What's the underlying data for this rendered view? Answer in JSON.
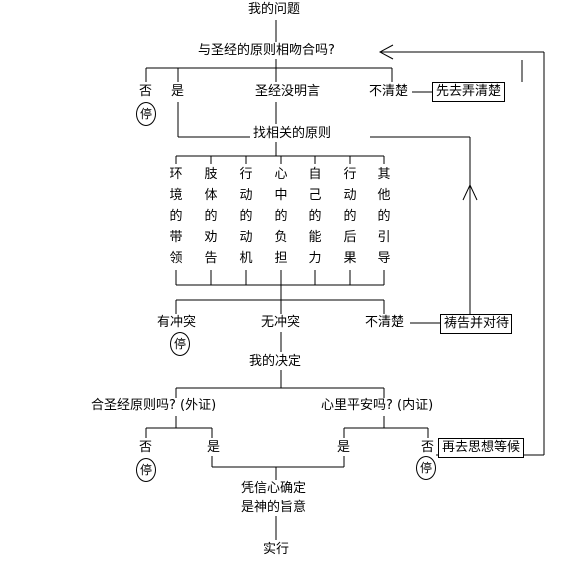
{
  "title": "我的问题",
  "q1": "与圣经的原则相吻合吗?",
  "row1": {
    "no": "否",
    "yes": "是",
    "silent": "圣经没明言",
    "unclear": "不清楚"
  },
  "box_clarify": "先去弄清楚",
  "find_principles": "找相关的原则",
  "principles": [
    [
      "环",
      "境",
      "的",
      "带",
      "领"
    ],
    [
      "肢",
      "体",
      "的",
      "劝",
      "告"
    ],
    [
      "行",
      "动",
      "的",
      "动",
      "机"
    ],
    [
      "心",
      "中",
      "的",
      "负",
      "担"
    ],
    [
      "自",
      "己",
      "的",
      "能",
      "力"
    ],
    [
      "行",
      "动",
      "的",
      "后",
      "果"
    ],
    [
      "其",
      "他",
      "的",
      "引",
      "导"
    ]
  ],
  "row2": {
    "conflict": "有冲突",
    "no_conflict": "无冲突",
    "unclear": "不清楚"
  },
  "box_pray": "祷告并对待",
  "stop": "停",
  "decision": "我的决定",
  "q_outer": "合圣经原则吗? (外证)",
  "q_inner": "心里平安吗? (内证)",
  "row3": {
    "no_left": "否",
    "yes_left": "是",
    "yes_right": "是",
    "no_right": "否"
  },
  "box_rethink": "再去思想等候",
  "faith_line1": "凭信心确定",
  "faith_line2": "是神的旨意",
  "act": "实行"
}
